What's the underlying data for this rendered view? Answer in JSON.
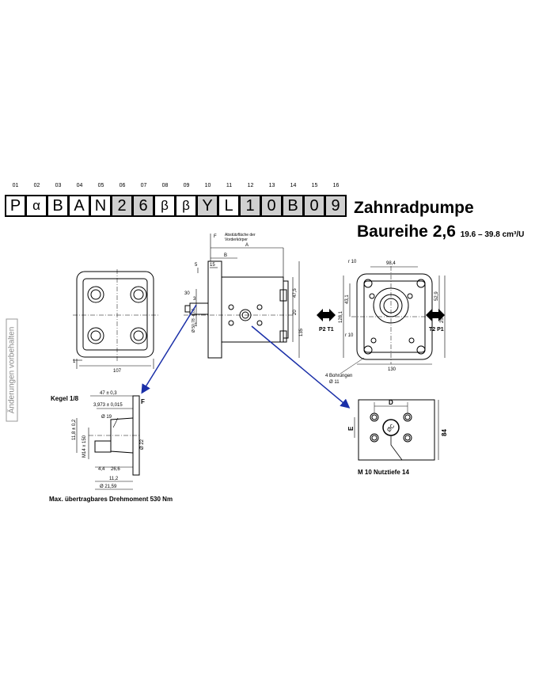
{
  "type_code": {
    "positions": [
      "01",
      "02",
      "03",
      "04",
      "05",
      "06",
      "07",
      "08",
      "09",
      "10",
      "11",
      "12",
      "13",
      "14",
      "15",
      "16"
    ],
    "cells": [
      {
        "char": "P",
        "shaded": false
      },
      {
        "char": "α",
        "shaded": false
      },
      {
        "char": "B",
        "shaded": false
      },
      {
        "char": "A",
        "shaded": false
      },
      {
        "char": "N",
        "shaded": false
      },
      {
        "char": "2",
        "shaded": true
      },
      {
        "char": "6",
        "shaded": true
      },
      {
        "char": "β",
        "shaded": false
      },
      {
        "char": "β",
        "shaded": false
      },
      {
        "char": "Y",
        "shaded": true
      },
      {
        "char": "L",
        "shaded": false
      },
      {
        "char": "1",
        "shaded": true
      },
      {
        "char": "0",
        "shaded": true
      },
      {
        "char": "B",
        "shaded": true
      },
      {
        "char": "0",
        "shaded": true
      },
      {
        "char": "9",
        "shaded": true
      }
    ]
  },
  "title": "Zahnradpumpe",
  "series": {
    "name": "Baureihe 2,6",
    "range": "19.6 – 39.8 cm³/U"
  },
  "side_note": "Änderungen vorbehalten",
  "front_view": {
    "width_dim": "107",
    "small_dim": "1"
  },
  "side_view": {
    "note": "Abstützfläche der",
    "note2": "Vorderkörper",
    "dims": {
      "F": "F",
      "A": "A",
      "B": "B",
      "d5": "5",
      "d15": "15",
      "d30": "30",
      "d3": "3",
      "shaft_dia": "Ø 50,78 -0,05",
      "h475": "47,5",
      "h20": "20",
      "h135": "135",
      "d1": "1"
    }
  },
  "rear_view": {
    "dims": {
      "r10": "r 10",
      "w984": "98,4",
      "h431": "43,1",
      "h1281": "128,1",
      "h529": "52,9",
      "h25": "25",
      "r10b": "r 10",
      "w130": "130",
      "holes": "4 Bohrungen",
      "hole_dia": "Ø 11"
    },
    "port_left": "P2 T1",
    "port_right": "T2 P1"
  },
  "shaft_detail": {
    "label": "Kegel 1/8",
    "dims": {
      "d47": "47 ± 0,3",
      "d3973": "3,973 ± 0,015",
      "d19": "Ø 19",
      "d118": "11,8 ± 0,2",
      "thread": "M14 x 150",
      "d22": "Ø 22",
      "d44": "4,4",
      "d266": "26,6",
      "d112": "11,2",
      "d2159": "Ø 21,59",
      "F": "F"
    },
    "caption": "Max. übertragbares Drehmoment 530 Nm"
  },
  "port_detail": {
    "dims": {
      "D": "D",
      "E": "E",
      "C": "ØC",
      "h84": "84"
    },
    "caption": "M 10 Nutztiefe 14"
  },
  "colors": {
    "line": "#000000",
    "arrow": "#1a2fa8",
    "shade": "#d0d0d0"
  }
}
